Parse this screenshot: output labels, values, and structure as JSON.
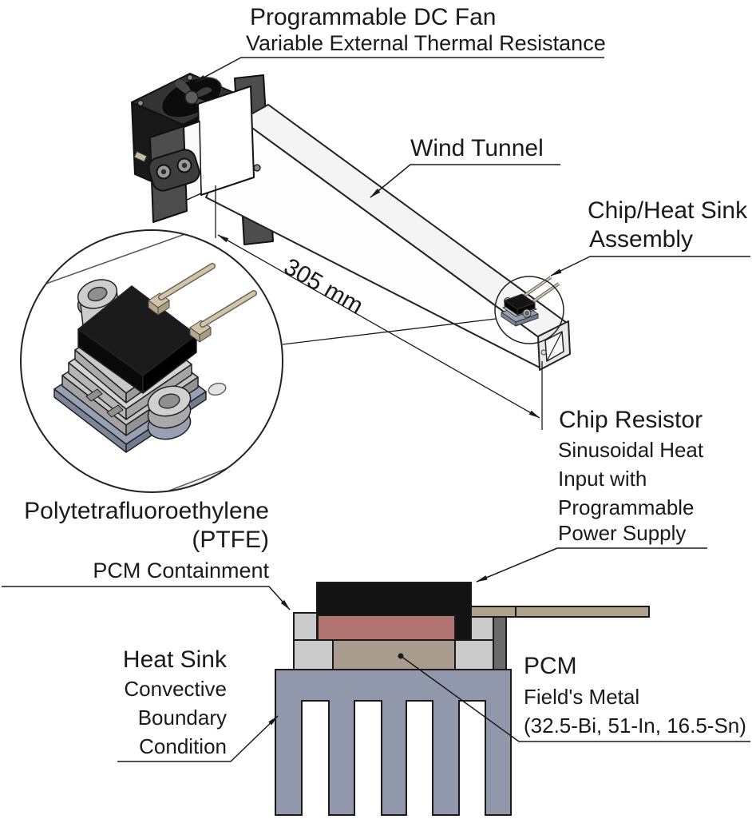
{
  "figure": {
    "labels": {
      "fan_title": "Programmable DC Fan",
      "fan_subtitle": "Variable External Thermal Resistance",
      "wind_tunnel": "Wind Tunnel",
      "assembly_line1": "Chip/Heat Sink",
      "assembly_line2": "Assembly",
      "dimension": "305 mm",
      "chip_resistor_title": "Chip Resistor",
      "chip_resistor_lines": [
        "Sinusoidal Heat",
        "Input with",
        "Programmable",
        "Power Supply"
      ],
      "ptfe_line1": "Polytetrafluoroethylene",
      "ptfe_line2": "(PTFE)",
      "ptfe_line3": "PCM Containment",
      "heat_sink_title": "Heat Sink",
      "heat_sink_lines": [
        "Convective",
        "Boundary",
        "Condition"
      ],
      "pcm_title": "PCM",
      "pcm_line2": "Field's Metal",
      "pcm_line3": "(32.5-Bi, 51-In, 16.5-Sn)"
    },
    "colors": {
      "line": "#1a1a1a",
      "heat_sink": "#9198ab",
      "pcm_salmon": "#b17470",
      "pcm_metal_tan": "#a99b8d",
      "ptfe_gray": "#cbcbcb",
      "lead_tan": "#afa28d",
      "side_strip_gray": "#6a6a6a",
      "chip_black": "#131313"
    }
  }
}
